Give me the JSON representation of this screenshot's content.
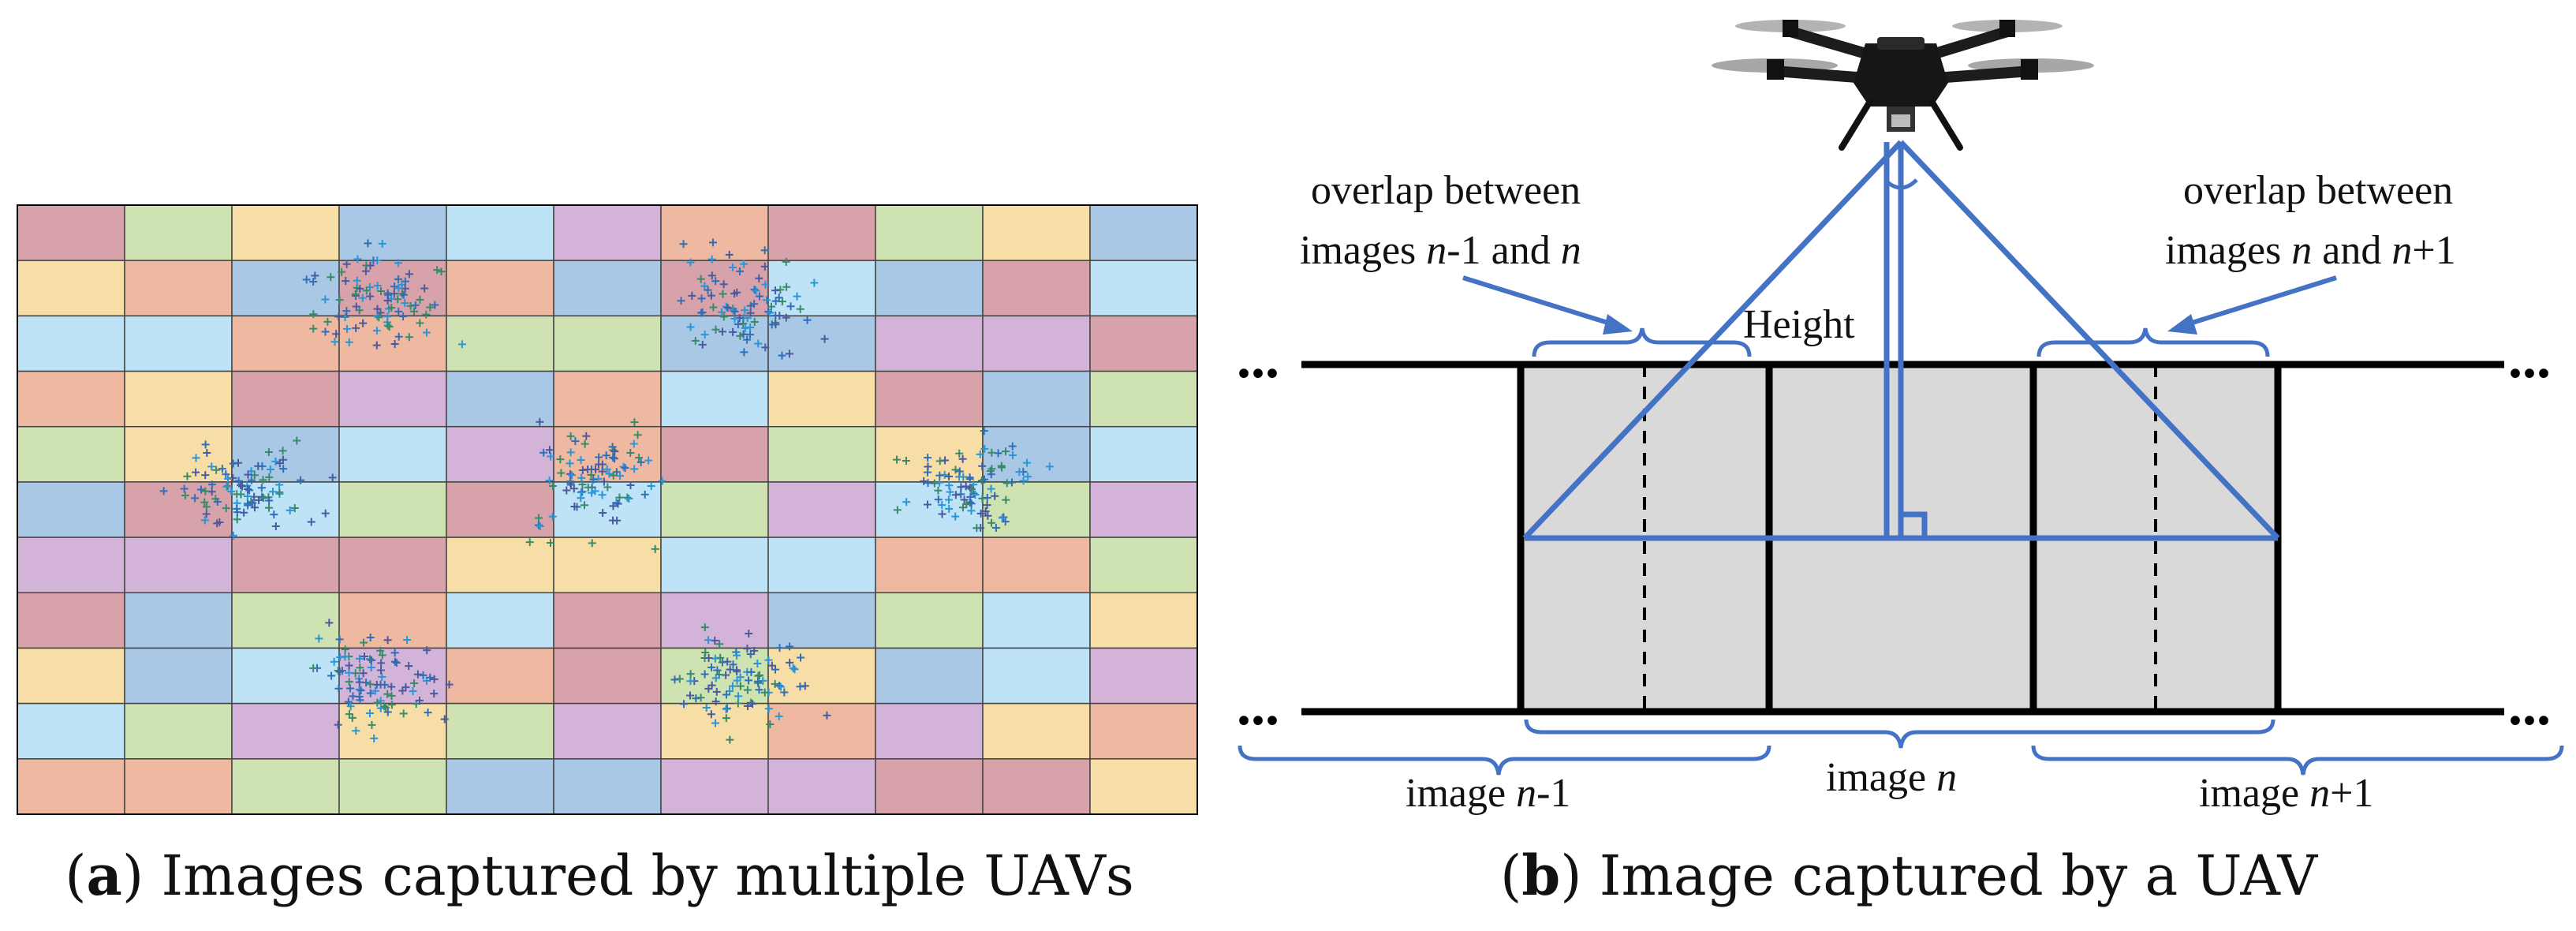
{
  "panel_a": {
    "caption_letter": "a",
    "caption_text": "Images captured by multiple UAVs",
    "grid": {
      "rows": 11,
      "cols": 11
    },
    "palette": [
      "#d8a2aa",
      "#a8c8e6",
      "#efb9a1",
      "#f6dea6",
      "#d3b3d8",
      "#cfe2b2",
      "#bfe3f6"
    ],
    "marker_colors": [
      "#2f6fb8",
      "#2b95d6",
      "#3a8a6a",
      "#4a5aa0"
    ],
    "clusters": 7
  },
  "panel_b": {
    "caption_letter": "b",
    "caption_text": "Image captured by a UAV",
    "label_overlap_left_1": "overlap between",
    "label_overlap_left_2_pre": "images ",
    "label_overlap_left_2_n1": "n",
    "label_overlap_left_2_mid": "-1 and ",
    "label_overlap_left_2_n2": "n",
    "label_overlap_right_1": "overlap between",
    "label_overlap_right_2_pre": "images ",
    "label_overlap_right_2_n1": "n",
    "label_overlap_right_2_mid": " and ",
    "label_overlap_right_2_n2": "n",
    "label_overlap_right_2_post": "+1",
    "label_height": "Height",
    "label_image_prev_pre": "image ",
    "label_image_prev_n": "n",
    "label_image_prev_post": "-1",
    "label_image_n_pre": "image ",
    "label_image_n_n": "n",
    "label_image_next_pre": "image ",
    "label_image_next_n": "n",
    "label_image_next_post": "+1",
    "dots": "...",
    "colors": {
      "blue": "#4472c4",
      "tile": "#d9d9d9",
      "line": "#000000"
    }
  }
}
